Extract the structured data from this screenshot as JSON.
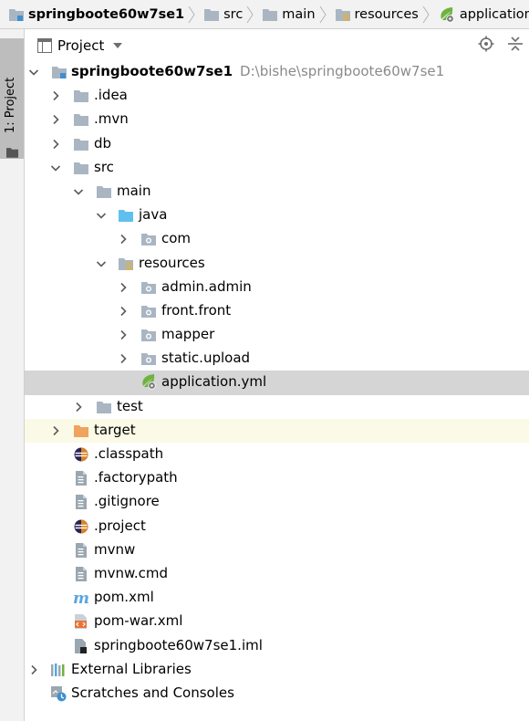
{
  "breadcrumb": [
    {
      "label": "springboote60w7se1",
      "icon": "module-folder-icon"
    },
    {
      "label": "src",
      "icon": "folder-icon"
    },
    {
      "label": "main",
      "icon": "folder-icon"
    },
    {
      "label": "resources",
      "icon": "resources-folder-icon"
    },
    {
      "label": "application.yml",
      "icon": "spring-config-icon"
    }
  ],
  "sidebar": {
    "tab_label": "1: Project"
  },
  "panel": {
    "title": "Project"
  },
  "tree": {
    "root": {
      "label": "springboote60w7se1",
      "path": "D:\\bishe\\springboote60w7se1"
    },
    "items": [
      ".idea",
      ".mvn",
      "db",
      "src",
      "main",
      "java",
      "com",
      "resources",
      "admin.admin",
      "front.front",
      "mapper",
      "static.upload",
      "application.yml",
      "test",
      "target",
      ".classpath",
      ".factorypath",
      ".gitignore",
      ".project",
      "mvnw",
      "mvnw.cmd",
      "pom.xml",
      "pom-war.xml",
      "springboote60w7se1.iml",
      "External Libraries",
      "Scratches and Consoles"
    ]
  },
  "colors": {
    "folder": "#a9b6c2",
    "source_folder": "#5fc0f0",
    "excluded_folder": "#f0a35f",
    "spring": "#6db33f",
    "selection": "#d5d5d5",
    "excluded_row": "#fbfae6"
  }
}
